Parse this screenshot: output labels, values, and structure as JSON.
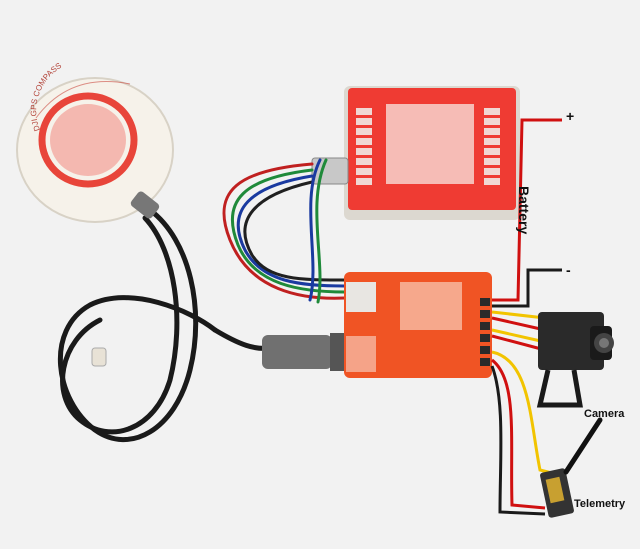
{
  "labels": {
    "battery": "Battery",
    "battery_plus": "+",
    "battery_minus": "-",
    "camera": "Camera",
    "telemetry": "Telemetry",
    "gps_ring_text": "DJI GPS COMPASS"
  },
  "colors": {
    "background": "#f2f2f2",
    "board_red": "#ef3b33",
    "board_orange": "#f05424",
    "puck_white": "#f4f0e8",
    "cable_black": "#1a1a1a",
    "wire_red": "#d01010",
    "wire_yellow": "#f2c400"
  }
}
